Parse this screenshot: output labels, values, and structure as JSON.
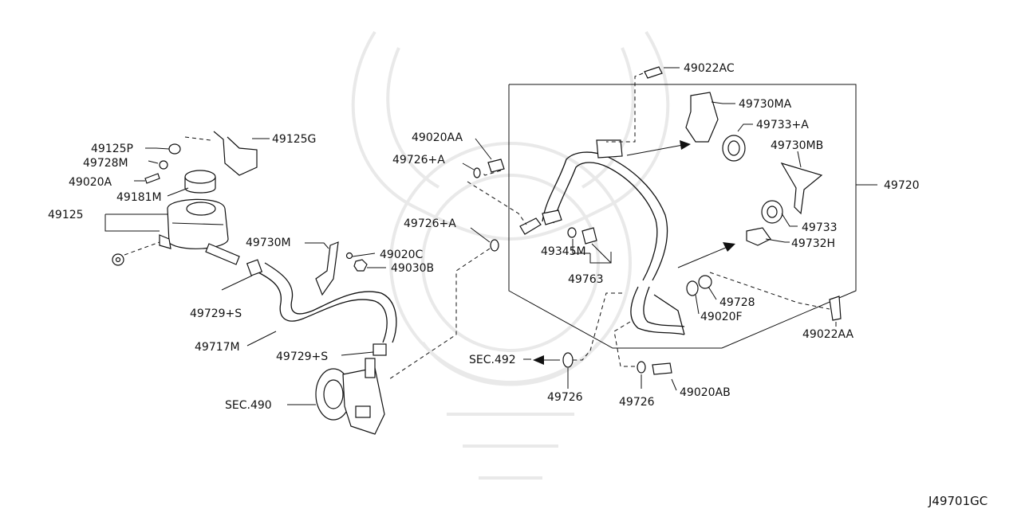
{
  "diagram_id": "J49701GC",
  "labels": {
    "p49022AC": "49022AC",
    "p49730MA": "49730MA",
    "p49733A": "49733+A",
    "p49730MB": "49730MB",
    "p49720": "49720",
    "p49733": "49733",
    "p49732H": "49732H",
    "p49728_right": "49728",
    "p49020F": "49020F",
    "p49022AA": "49022AA",
    "p49020AB": "49020AB",
    "p49726_bottom_right": "49726",
    "p49726_bottom_left": "49726",
    "sec492": "SEC.492",
    "p49763": "49763",
    "p49345M": "49345M",
    "p49726A_mid": "49726+A",
    "p49726A_top": "49726+A",
    "p49020AA": "49020AA",
    "p49125P": "49125P",
    "p49728M": "49728M",
    "p49020A": "49020A",
    "p49181M": "49181M",
    "p49125": "49125",
    "p49125G": "49125G",
    "p49730M": "49730M",
    "p49020C": "49020C",
    "p49030B": "49030B",
    "p49729S_left": "49729+S",
    "p49717M": "49717M",
    "p49729S_mid": "49729+S",
    "sec490": "SEC.490"
  }
}
